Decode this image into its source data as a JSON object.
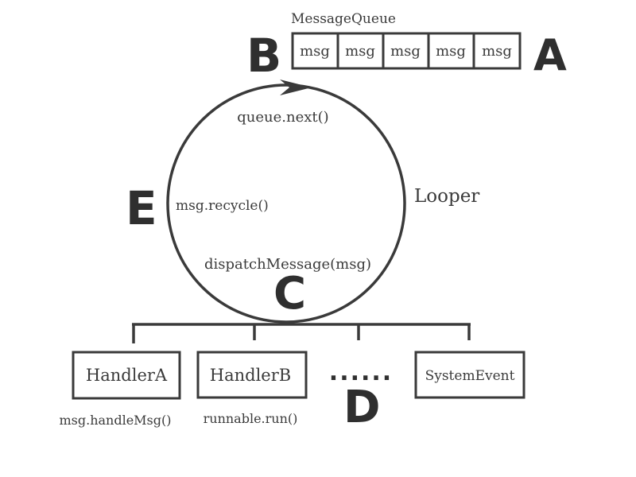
{
  "queue": {
    "title": "MessageQueue",
    "cells": [
      "msg",
      "msg",
      "msg",
      "msg",
      "msg"
    ]
  },
  "loop": {
    "label": "Looper",
    "next": "queue.next()",
    "recycle": "msg.recycle()",
    "dispatch": "dispatchMessage(msg)"
  },
  "letters": {
    "a": "A",
    "b": "B",
    "c": "C",
    "d": "D",
    "e": "E"
  },
  "handlers": [
    {
      "name": "HandlerA",
      "call": "msg.handleMsg()"
    },
    {
      "name": "HandlerB",
      "call": "runnable.run()"
    },
    {
      "name": "SystemEvent",
      "call": ""
    }
  ],
  "ellipsis": "......"
}
